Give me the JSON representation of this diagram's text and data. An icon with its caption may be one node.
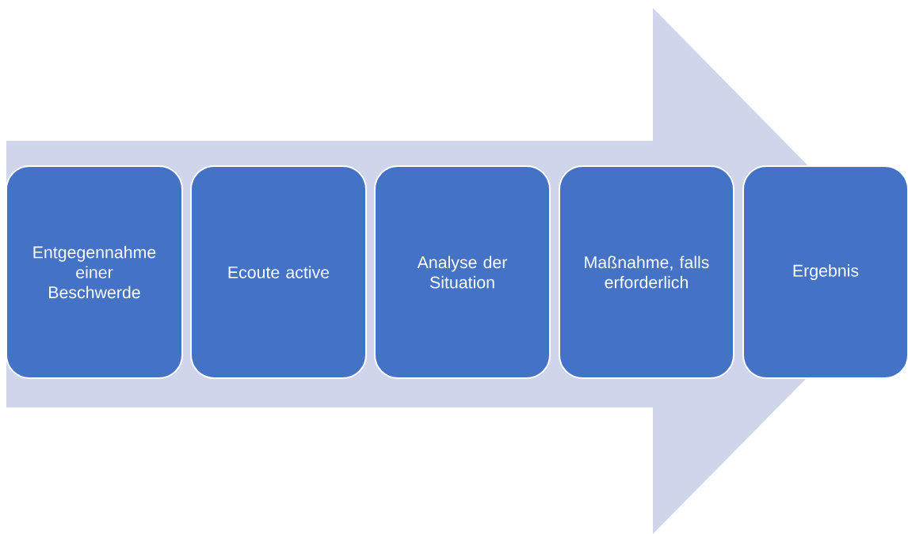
{
  "diagram": {
    "nodes": [
      {
        "text": [
          "Entgegennahme einer Beschwerde"
        ]
      },
      {
        "text": [
          "Ecoute active"
        ]
      },
      {
        "text": [
          "Analyse der Situation"
        ]
      },
      {
        "text": [
          "Maßnahme, falls erforderlich"
        ]
      },
      {
        "text": [
          "Ergebnis"
        ]
      }
    ],
    "edges": [
      {
        "from": 0,
        "to": 4,
        "arrow": "to"
      }
    ]
  }
}
